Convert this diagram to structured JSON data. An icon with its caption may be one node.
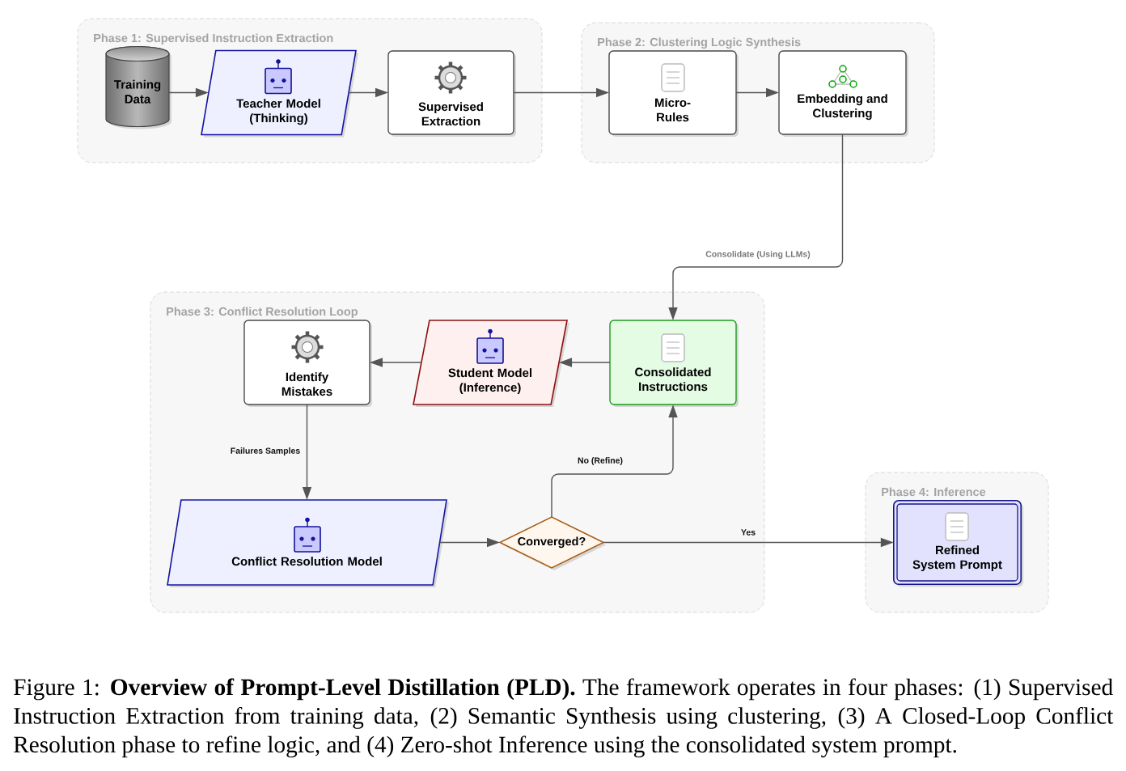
{
  "diagram": {
    "caption": "Figure 1: **Overview of Prompt-Level Distillation (PLD).** The framework operates in four phases: (1) Supervised Instruction Extraction from training data, (2) Semantic Synthesis using clustering, (3) A Closed-Loop Conflict Resolution phase to refine logic, and (4) Zero-shot Inference using the consolidated system prompt.",
    "nodes": [
      {
        "text": [
          "Phase 1: Supervised Instruction Extraction"
        ]
      },
      {
        "text": [
          "Training Data"
        ],
        "in": 0
      },
      {
        "text": [
          "Teacher Model (Thinking)"
        ],
        "in": 0
      },
      {
        "text": [
          "Supervised Extraction"
        ],
        "in": 0
      },
      {
        "text": [
          "Phase 2: Clustering Logic Synthesis"
        ]
      },
      {
        "text": [
          "Micro- Rules"
        ],
        "in": 4
      },
      {
        "text": [
          "Embedding and Clustering"
        ],
        "in": 4
      },
      {
        "text": [
          "Phase 3: Conflict Resolution Loop"
        ]
      },
      {
        "text": [
          "Identify Mistakes"
        ],
        "in": 7
      },
      {
        "text": [
          "Student Model (Inference)"
        ],
        "in": 7
      },
      {
        "text": [
          "Consolidated Instructions"
        ],
        "in": 7
      },
      {
        "text": [
          "Conflict Resolution Model"
        ],
        "in": 7
      },
      {
        "text": [
          "Converged?"
        ],
        "in": 7
      },
      {
        "text": [
          "Phase 4: Inference"
        ]
      },
      {
        "text": [
          "Refined System Prompt"
        ],
        "in": 13
      }
    ],
    "edges": [
      {
        "from": 1,
        "to": 2,
        "arrow": "to"
      },
      {
        "from": 2,
        "to": 3,
        "arrow": "to"
      },
      {
        "from": 3,
        "to": 5,
        "arrow": "to"
      },
      {
        "from": 5,
        "to": 6,
        "arrow": "to"
      },
      {
        "from": 6,
        "to": 10,
        "arrow": "to",
        "label": "Consolidate (Using LLMs)"
      },
      {
        "from": 10,
        "to": 9,
        "arrow": "to"
      },
      {
        "from": 9,
        "to": 8,
        "arrow": "to"
      },
      {
        "from": 8,
        "to": 11,
        "arrow": "to",
        "label": "Failures Samples"
      },
      {
        "from": 11,
        "to": 12,
        "arrow": "to"
      },
      {
        "from": 12,
        "to": 10,
        "arrow": "to",
        "label": "No (Refine)"
      },
      {
        "from": 12,
        "to": 14,
        "arrow": "to",
        "label": "Yes"
      }
    ]
  }
}
